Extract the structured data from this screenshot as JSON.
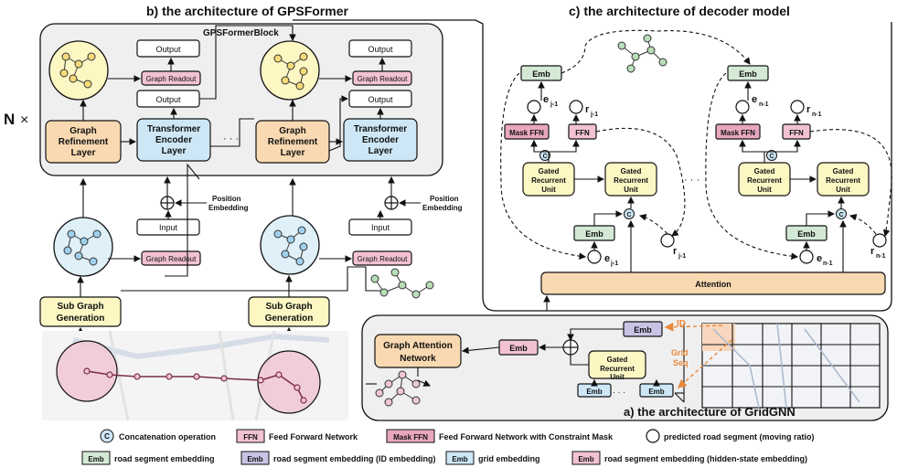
{
  "titles": {
    "gpsformer": "b) the architecture of GPSFormer",
    "decoder": "c) the architecture of decoder model",
    "gridgnn": "a) the architecture of GridGNN",
    "block": "GPSFormerBlock",
    "repeat_n": "N",
    "repeat_x": "×"
  },
  "labels": {
    "output": "Output",
    "input": "Input",
    "graph_readout": "Graph Readout",
    "graph_refine_1": "Graph",
    "graph_refine_2": "Refinement",
    "graph_refine_3": "Layer",
    "transformer_1": "Transformer",
    "transformer_2": "Encoder",
    "transformer_3": "Layer",
    "ellipsis": "· · ·",
    "position_1": "Position",
    "position_2": "Embedding",
    "subgraph_1": "Sub Graph",
    "subgraph_2": "Generation",
    "emb": "Emb",
    "mask_ffn": "Mask FFN",
    "ffn": "FFN",
    "gru_1": "Gated",
    "gru_2": "Recurrent",
    "gru_3": "Unit",
    "attention": "Attention",
    "gan_1": "Graph Attention",
    "gan_2": "Network",
    "concat": "C",
    "e_j1": "e",
    "e_j1_sub": "j-1",
    "r_j1": "r",
    "r_j1_sub": "j-1",
    "e_n1": "e",
    "e_n1_sub": "n-1",
    "r_n1": "r",
    "r_n1_sub": "n-1",
    "id": "ID",
    "grid_seq_1": "Grid",
    "grid_seq_2": "Seq"
  },
  "legend": {
    "concat": "Concatenation operation",
    "ffn_tag": "FFN",
    "ffn": "Feed Forward Network",
    "mask_ffn_tag": "Mask FFN",
    "mask_ffn": "Feed Forward Network with Constraint Mask",
    "pred": "predicted road segment (moving ratio)",
    "emb_tag": "Emb",
    "emb_green": "road segment embedding",
    "emb_purple": "road segment embedding (ID embedding)",
    "emb_blue": "grid embedding",
    "emb_pink": "road segment embedding (hidden-state embedding)"
  },
  "colors": {
    "yellow": "#FDF7C4",
    "orange": "#F9D9B1",
    "blue": "#CDE7F6",
    "pink": "#F2C2D4",
    "green": "#D3E8D5",
    "purple": "#C8C3E4",
    "panel": "#EFEFEF",
    "map_pink": "#F0C6D2",
    "orange_arrow": "#E8883A"
  }
}
